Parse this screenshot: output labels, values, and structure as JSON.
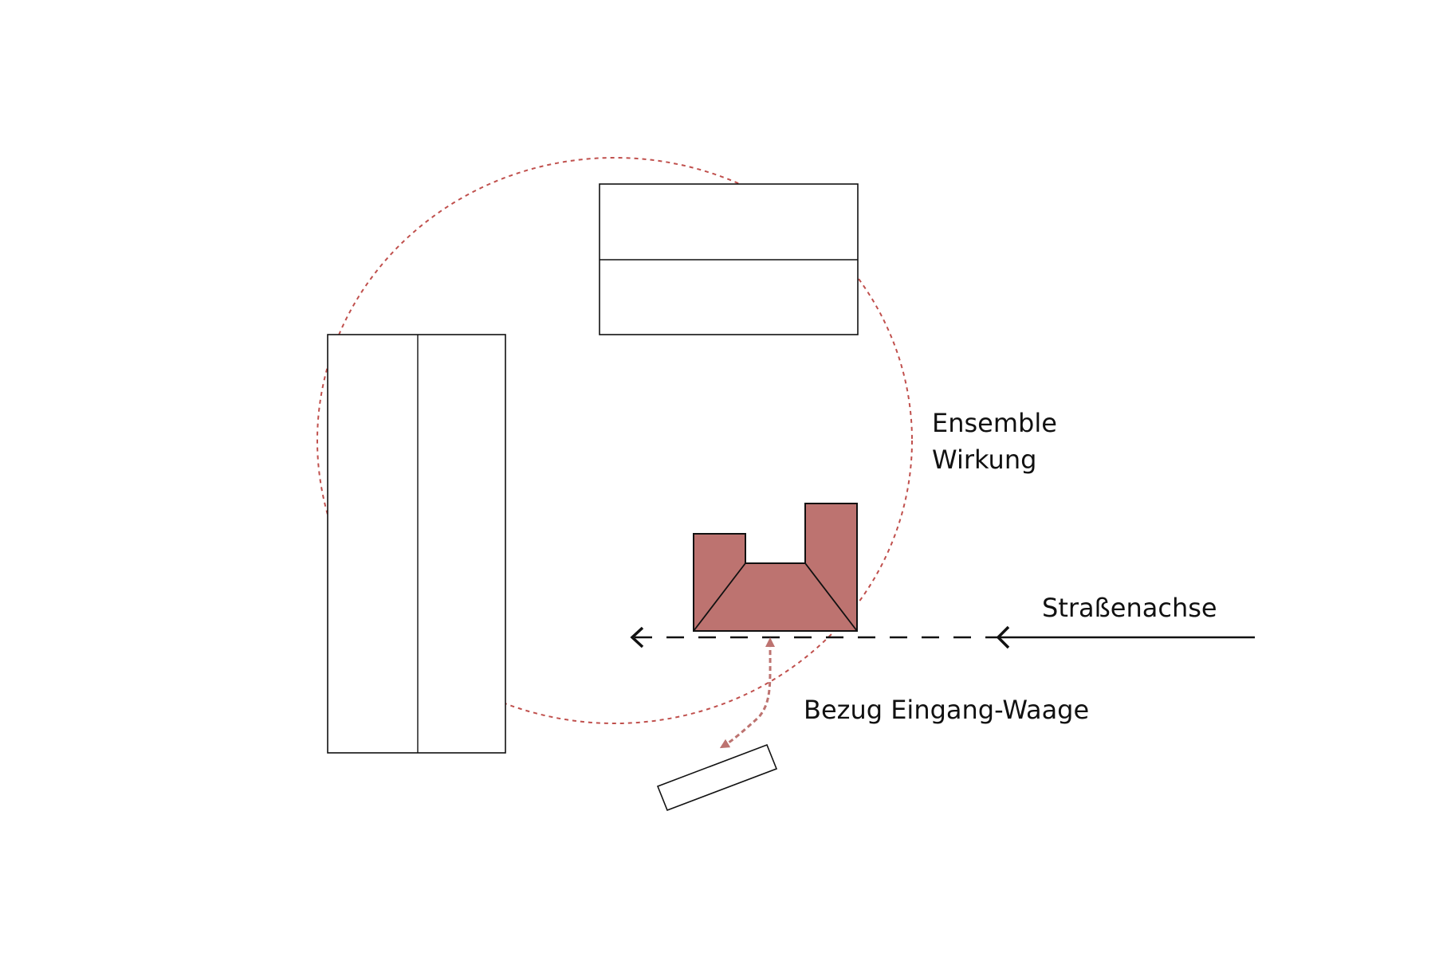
{
  "labels": {
    "ensemble_line1": "Ensemble",
    "ensemble_line2": "Wirkung",
    "street_axis": "Straßenachse",
    "entrance_relation": "Bezug Eingang-Waage"
  },
  "colors": {
    "accent": "#bd7370",
    "accent_dashed": "#c0504d",
    "stroke": "#111111"
  }
}
